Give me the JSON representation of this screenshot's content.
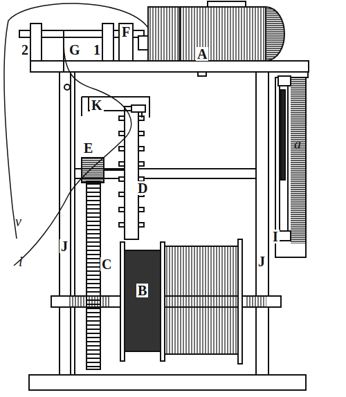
{
  "diagram": {
    "labels": [
      "2",
      "G",
      "1",
      "F",
      "A",
      "K",
      "E",
      "D",
      "a",
      "v",
      "J",
      "I",
      "C",
      "i",
      "J",
      "B"
    ]
  }
}
